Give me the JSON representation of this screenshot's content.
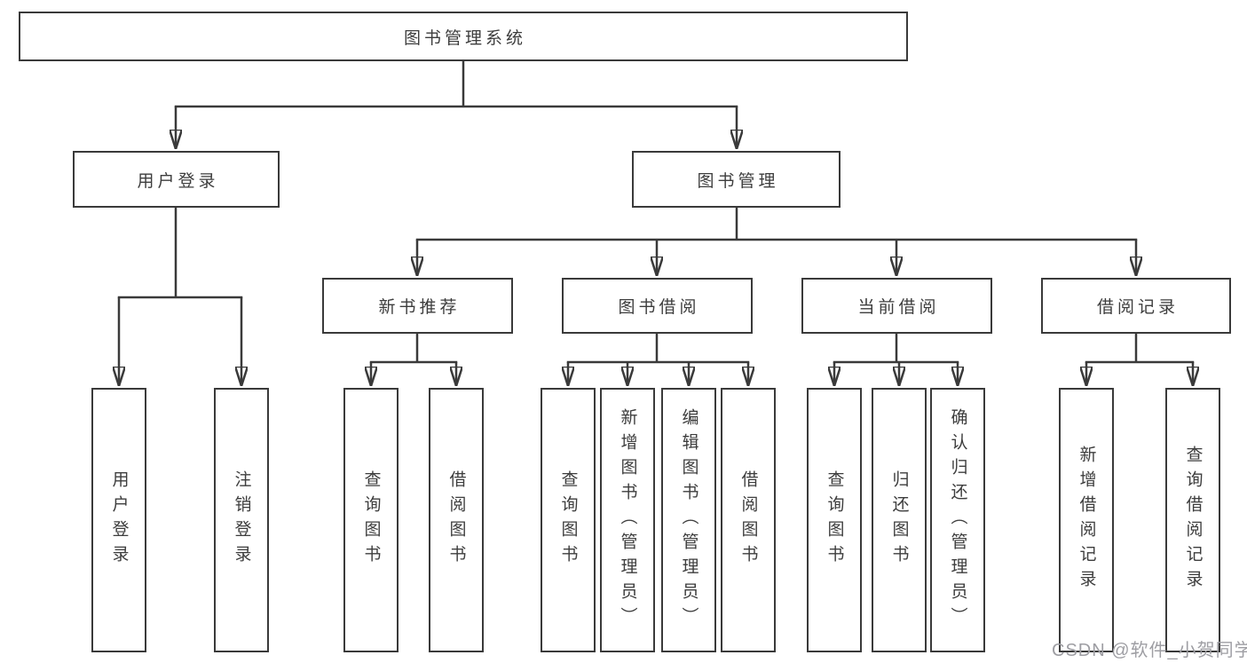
{
  "diagram": {
    "root": {
      "label": "图书管理系统"
    },
    "level2": [
      {
        "label": "用户登录"
      },
      {
        "label": "图书管理"
      }
    ],
    "level3": [
      {
        "label": "新书推荐"
      },
      {
        "label": "图书借阅"
      },
      {
        "label": "当前借阅"
      },
      {
        "label": "借阅记录"
      }
    ],
    "leaves": [
      {
        "label": "用户登录"
      },
      {
        "label": "注销登录"
      },
      {
        "label": "查询图书"
      },
      {
        "label": "借阅图书"
      },
      {
        "label": "查询图书"
      },
      {
        "label": "新增图书（管理员）"
      },
      {
        "label": "编辑图书（管理员）"
      },
      {
        "label": "借阅图书"
      },
      {
        "label": "查询图书"
      },
      {
        "label": "归还图书"
      },
      {
        "label": "确认归还（管理员）"
      },
      {
        "label": "新增借阅记录"
      },
      {
        "label": "查询借阅记录"
      }
    ]
  },
  "watermark": {
    "text": "CSDN @软件_小贺同学"
  },
  "colors": {
    "line": "#3a3a3a",
    "box_border": "#3a3a3a",
    "text": "#3d3d3d",
    "watermark": "#9e9ea3",
    "background": "#ffffff"
  }
}
